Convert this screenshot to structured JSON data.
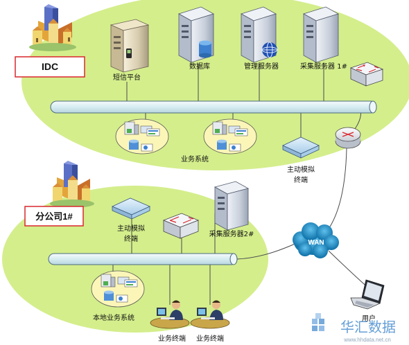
{
  "sites": {
    "idc": {
      "label": "IDC"
    },
    "branch": {
      "label": "分公司1#"
    }
  },
  "nodes": {
    "sms_platform": "短信平台",
    "database": "数据库",
    "mgmt_server": "管理服务器",
    "collect_server_1": "采集服务器 1#",
    "business_system": "业务系统",
    "active_terminal_1": [
      "主动模拟",
      "终端"
    ],
    "active_terminal_2": [
      "主动模拟",
      "终端"
    ],
    "collect_server_2": "采集服务器2#",
    "local_business_system": "本地业务系统",
    "business_terminal_1": "业务终端",
    "business_terminal_2": "业务终端",
    "wan": "WAN",
    "user": "用户"
  },
  "watermark": {
    "brand": "华汇数据",
    "url": "www.hhdata.net.cn"
  },
  "colors": {
    "zone_fill": "#d4ee8c",
    "bus_fill": "#dff0f3",
    "bus_stroke": "#4a6a80",
    "link": "#4a4a4a",
    "label_border": "#d9262c",
    "terminal": "#cfe6f8",
    "wan_cloud": "#1a8ec9",
    "watermark": "#4a8ed0"
  }
}
